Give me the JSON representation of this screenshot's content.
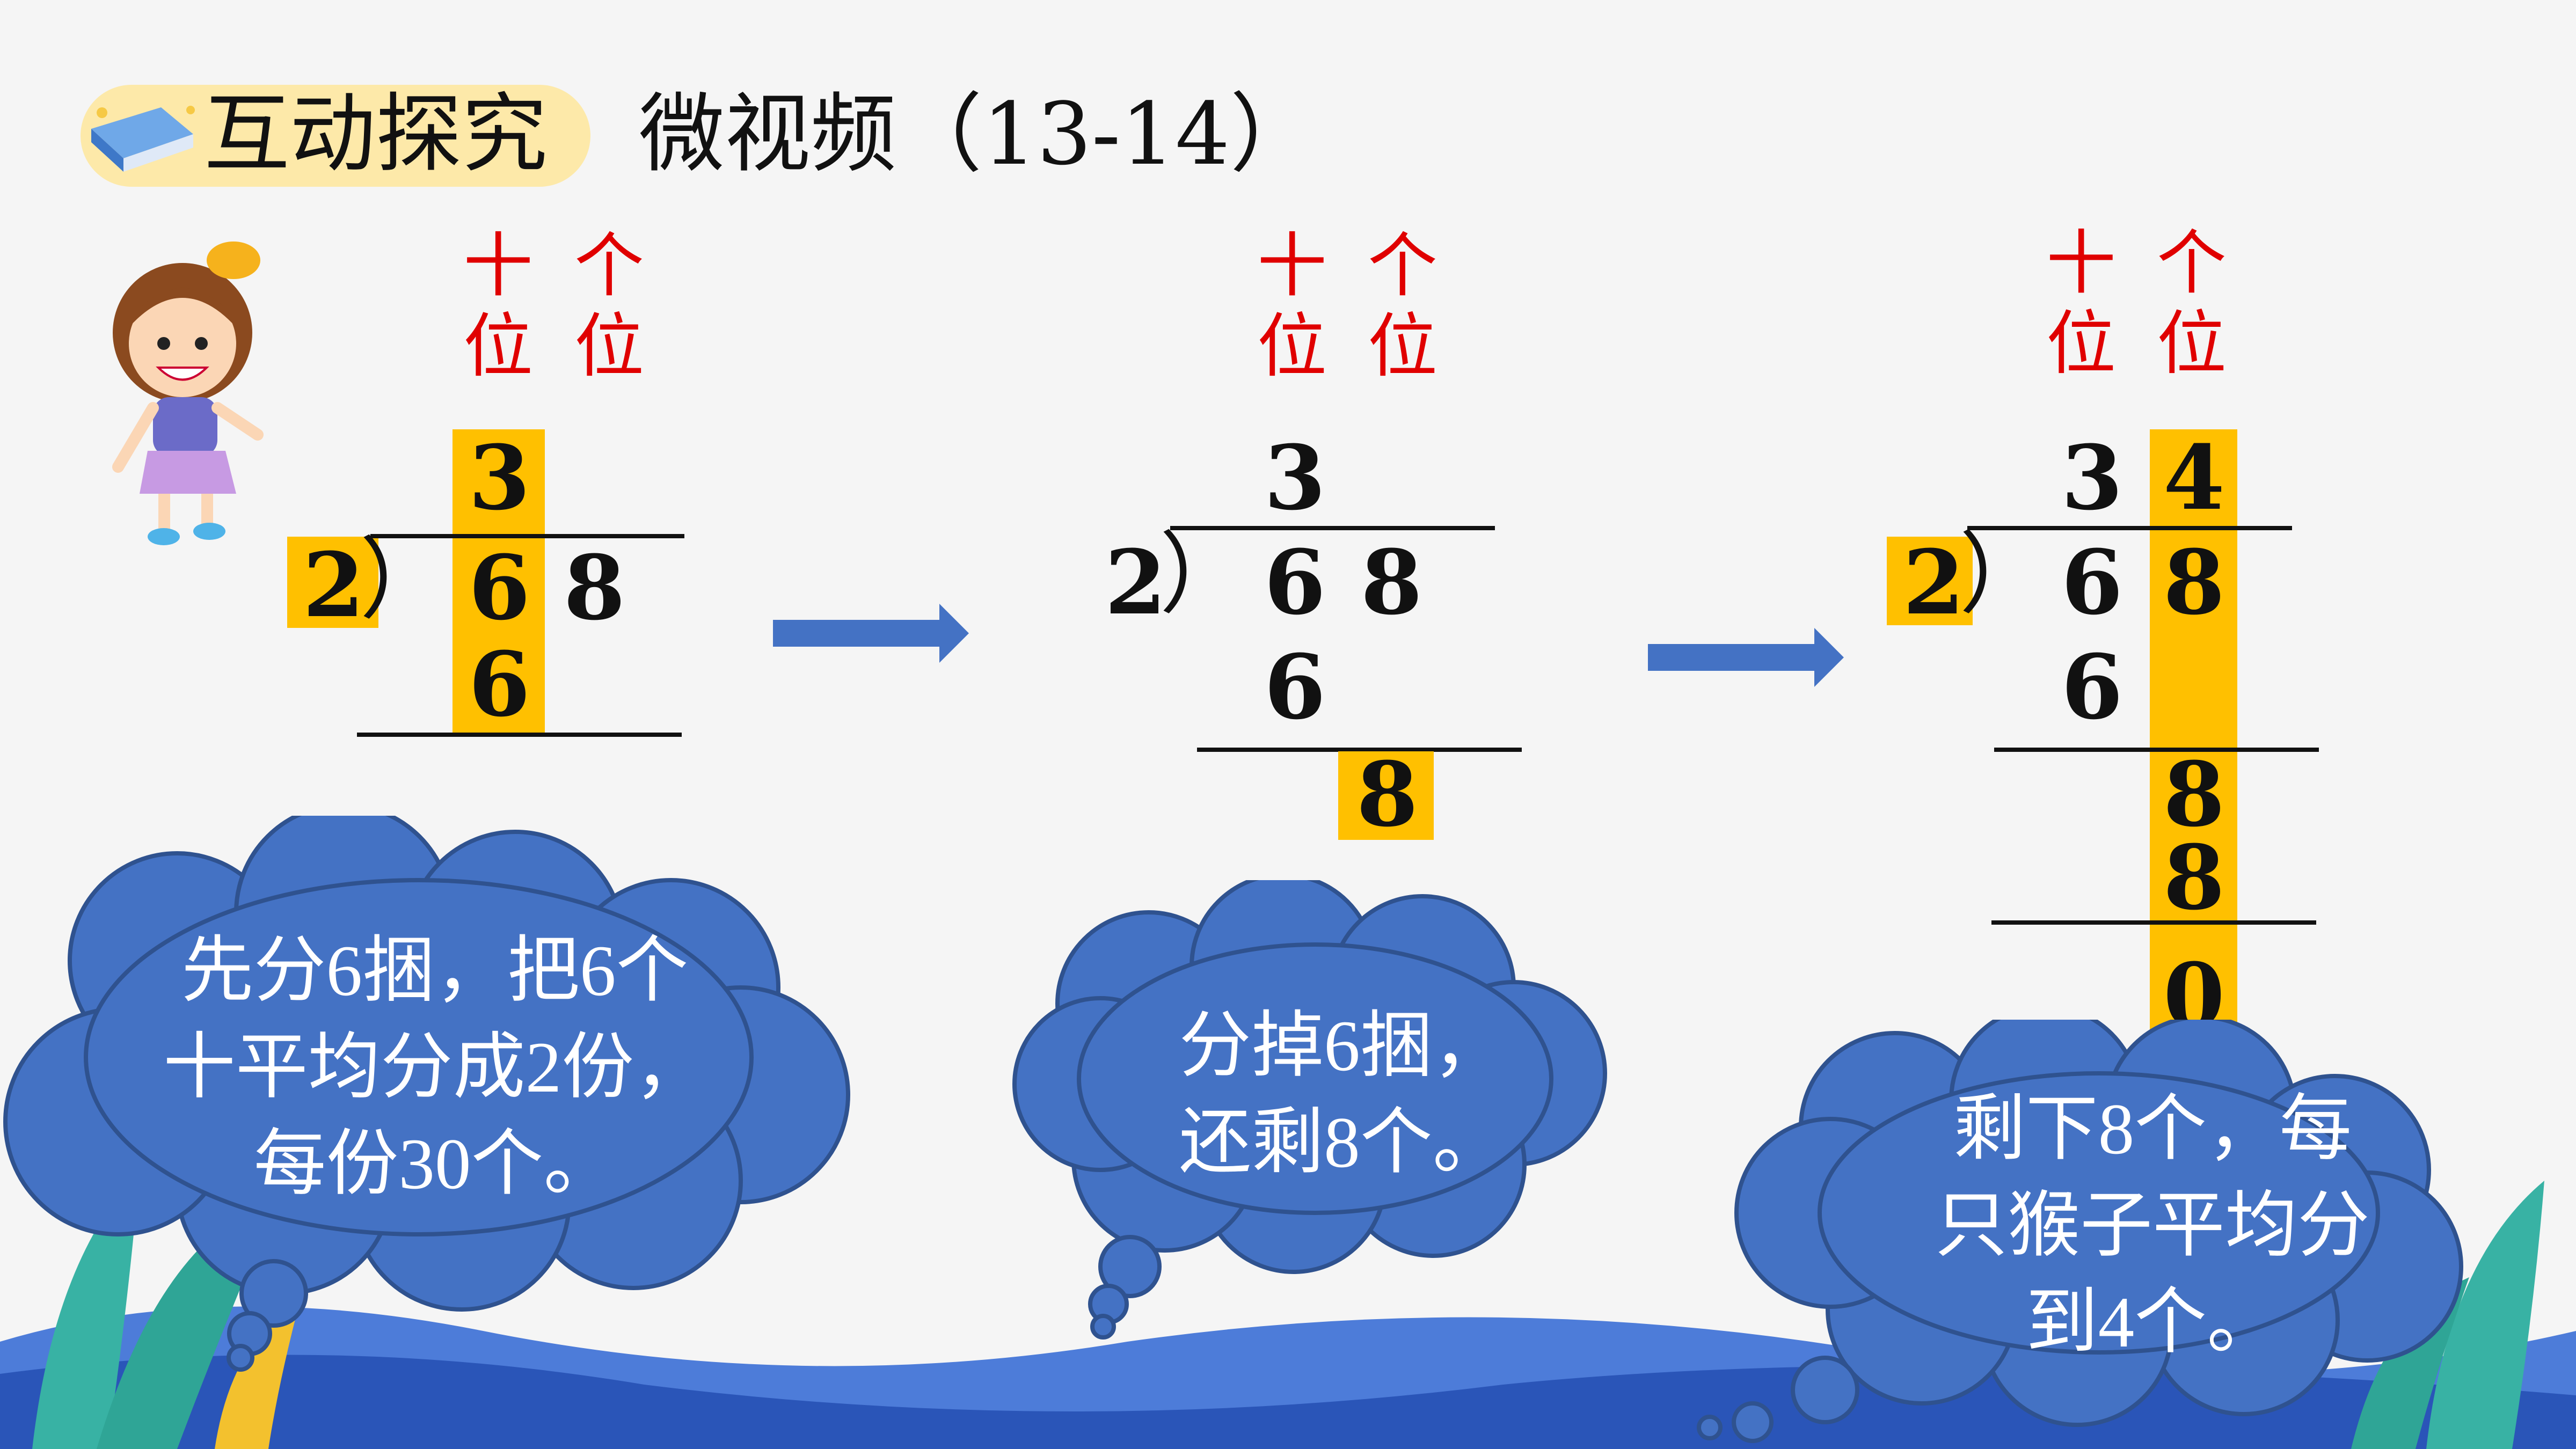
{
  "header": {
    "badge": "互动探究",
    "subtitle": "微视频（13-14）"
  },
  "place_labels": {
    "tens": [
      "十",
      "位"
    ],
    "ones": [
      "个",
      "位"
    ]
  },
  "step1": {
    "quotient": "3",
    "divisor": "2",
    "bracket": "）",
    "dividend_tens": "6",
    "dividend_ones": "8",
    "product": "6"
  },
  "step2": {
    "quotient": "3",
    "divisor": "2",
    "bracket": "）",
    "dividend_tens": "6",
    "dividend_ones": "8",
    "product": "6",
    "remainder": "8"
  },
  "step3": {
    "quotient_tens": "3",
    "quotient_ones": "4",
    "divisor": "2",
    "bracket": "）",
    "dividend_tens": "6",
    "dividend_ones": "8",
    "product": "6",
    "bring_down": "8",
    "product2": "8",
    "result": "0"
  },
  "clouds": {
    "c1": [
      "先分6捆，把6个",
      "十平均分成2份，",
      "每份30个。"
    ],
    "c2": [
      "分掉6捆，",
      "还剩8个。"
    ],
    "c3": [
      "剩下8个，每",
      "只猴子平均分",
      "到4个。"
    ]
  },
  "colors": {
    "highlight": "#ffc000",
    "cloud": "#4472c4",
    "arrow": "#4472c4",
    "place_label": "#e00000"
  }
}
